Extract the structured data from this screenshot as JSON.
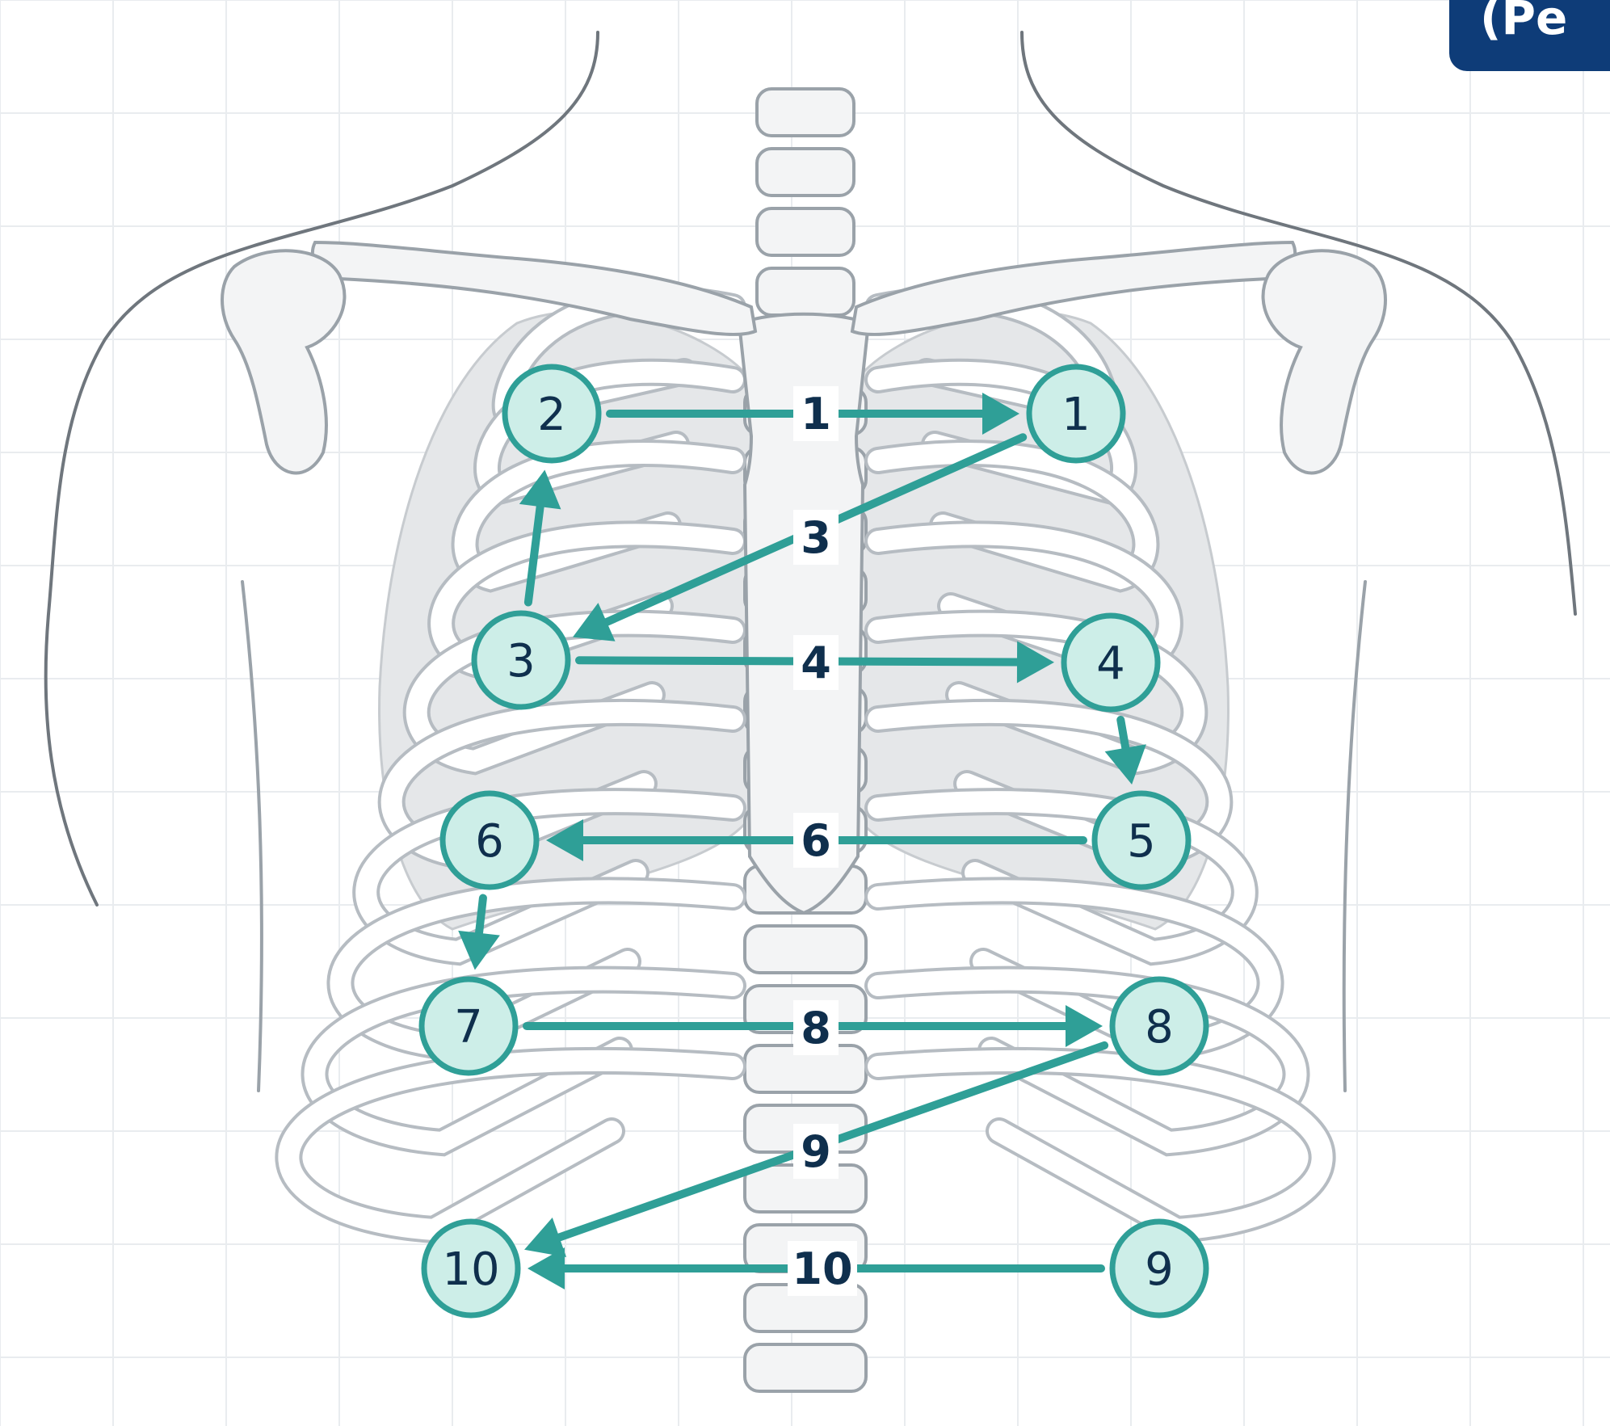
{
  "corner_tag": {
    "text": "(Pe"
  },
  "landmarks": [
    {
      "id": "L1",
      "label": "1"
    },
    {
      "id": "L2",
      "label": "2"
    },
    {
      "id": "L3",
      "label": "3"
    },
    {
      "id": "L4",
      "label": "4"
    },
    {
      "id": "L5",
      "label": "5"
    },
    {
      "id": "L6",
      "label": "6"
    },
    {
      "id": "L7",
      "label": "7"
    },
    {
      "id": "L8",
      "label": "8"
    },
    {
      "id": "L9",
      "label": "9"
    },
    {
      "id": "L10",
      "label": "10"
    }
  ],
  "steps": [
    {
      "label": "1",
      "from": "L2",
      "to": "L1"
    },
    {
      "label": "",
      "from": "L3",
      "to": "L2"
    },
    {
      "label": "3",
      "from": "L1",
      "to": "L3"
    },
    {
      "label": "4",
      "from": "L3",
      "to": "L4"
    },
    {
      "label": "",
      "from": "L4",
      "to": "L5"
    },
    {
      "label": "6",
      "from": "L5",
      "to": "L6"
    },
    {
      "label": "",
      "from": "L6",
      "to": "L7"
    },
    {
      "label": "8",
      "from": "L7",
      "to": "L8"
    },
    {
      "label": "9",
      "from": "L8",
      "to": "L10"
    },
    {
      "label": "10",
      "from": "L9",
      "to": "L10"
    }
  ],
  "colors": {
    "accent": "#2f9f97",
    "marker_fill": "#cdeee8",
    "text": "#0f2f4d",
    "tag": "#0e3c78"
  }
}
